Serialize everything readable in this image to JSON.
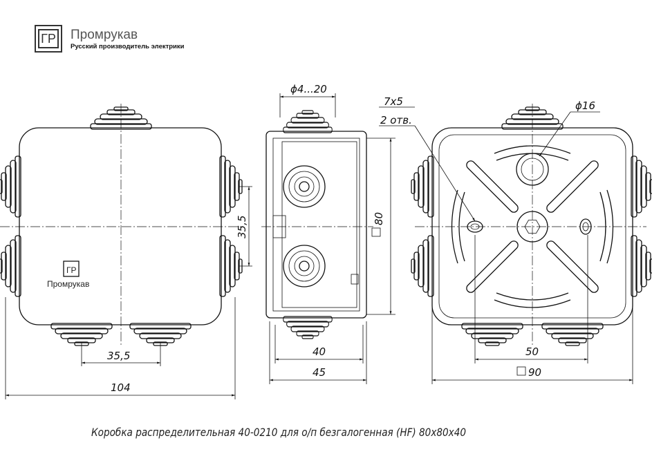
{
  "logo": {
    "mark": "ГР",
    "name": "Промрукав",
    "tagline": "Русский производитель электрики"
  },
  "front_view": {
    "logo_mark": "ГР",
    "logo_name": "Промрукав",
    "dim_vertical": "35,5",
    "dim_horizontal": "35,5",
    "dim_width": "104"
  },
  "side_view": {
    "dim_gland": "ϕ4...20",
    "dim_height": "80",
    "dim_depth_inner": "40",
    "dim_depth_outer": "45"
  },
  "back_view": {
    "hole_size": "7x5",
    "hole_count": "2 отв.",
    "dim_hole": "ϕ16",
    "dim_holes_spacing": "50",
    "dim_width": "90"
  },
  "caption": "Коробка распределительная 40-0210 для о/п безгалогенная (HF) 80х80х40"
}
